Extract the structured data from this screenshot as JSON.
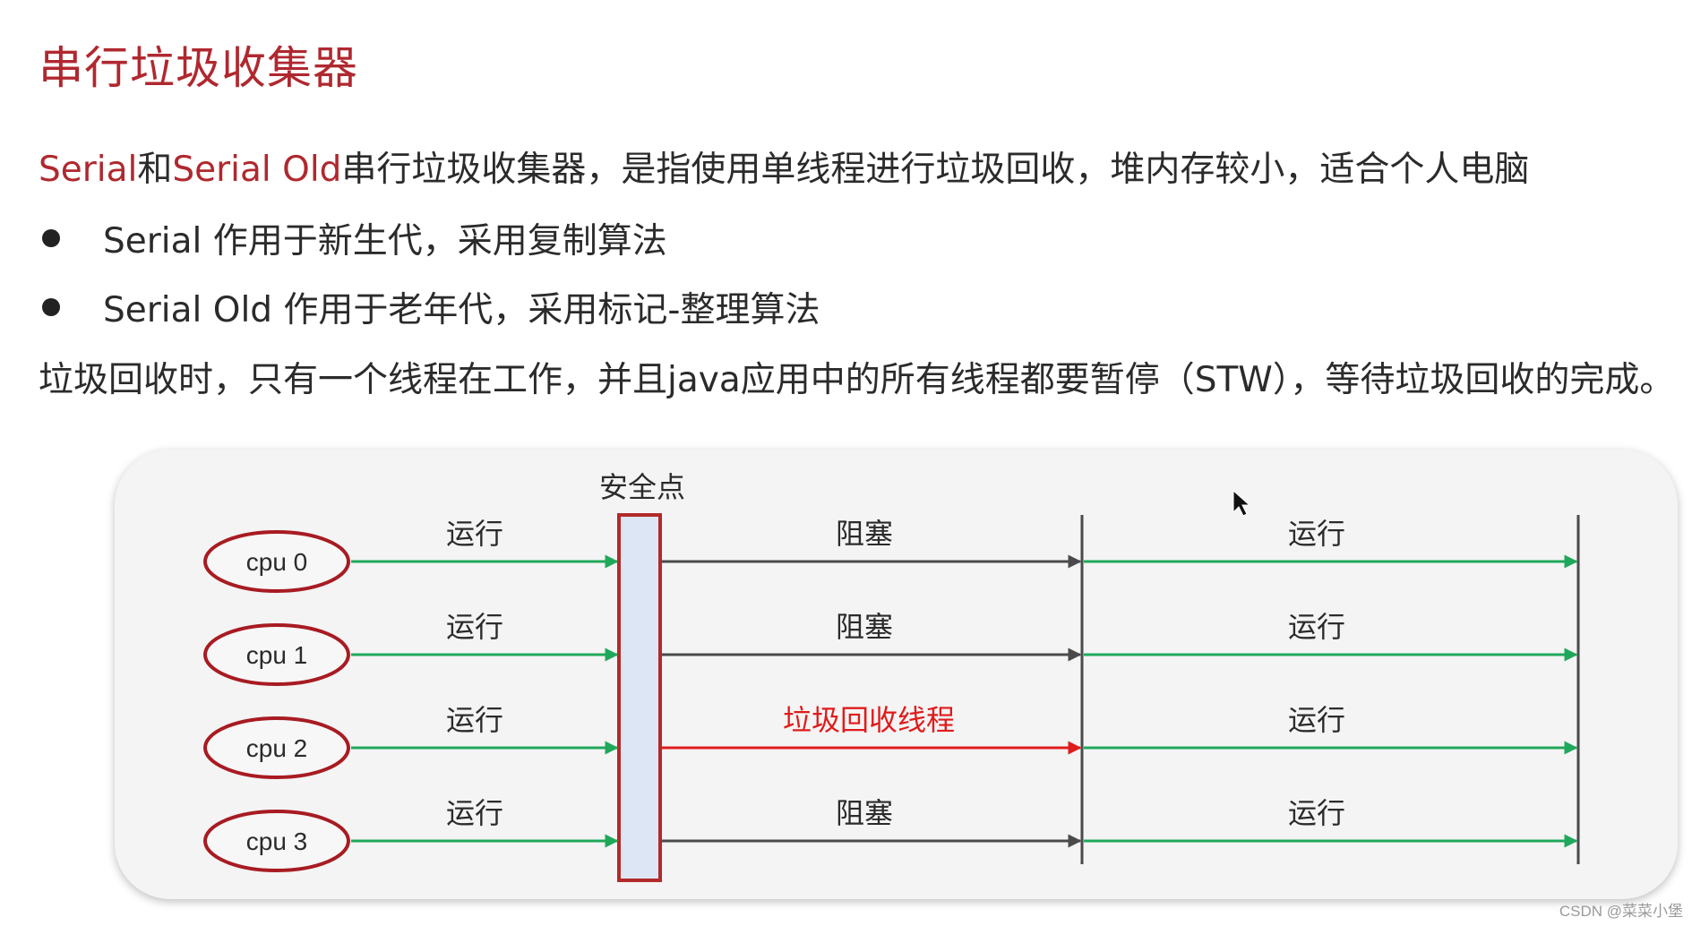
{
  "title": "串行垃圾收集器",
  "intro": {
    "term1": "Serial",
    "conj": "和",
    "term2": "Serial Old",
    "rest": "串行垃圾收集器，是指使用单线程进行垃圾回收，堆内存较小，适合个人电脑"
  },
  "bullets": [
    "Serial 作用于新生代，采用复制算法",
    "Serial Old 作用于老年代，采用标记-整理算法"
  ],
  "summary": "垃圾回收时，只有一个线程在工作，并且java应用中的所有线程都要暂停（STW），等待垃圾回收的完成。",
  "diagram": {
    "safepoint_label": "安全点",
    "rows": [
      {
        "cpu": "cpu 0",
        "run1": "运行",
        "mid": "阻塞",
        "mid_highlight": false,
        "run2": "运行"
      },
      {
        "cpu": "cpu 1",
        "run1": "运行",
        "mid": "阻塞",
        "mid_highlight": false,
        "run2": "运行"
      },
      {
        "cpu": "cpu 2",
        "run1": "运行",
        "mid": "垃圾回收线程",
        "mid_highlight": true,
        "run2": "运行"
      },
      {
        "cpu": "cpu 3",
        "run1": "运行",
        "mid": "阻塞",
        "mid_highlight": false,
        "run2": "运行"
      }
    ],
    "colors": {
      "run": "#1fa85a",
      "blocked": "#4a4a4a",
      "gc": "#e01b1b",
      "ellipse_stroke": "#a81b22",
      "safepoint_fill": "#dce6f4",
      "safepoint_stroke": "#b22a2a"
    }
  },
  "watermark": "CSDN @菜菜小堡"
}
